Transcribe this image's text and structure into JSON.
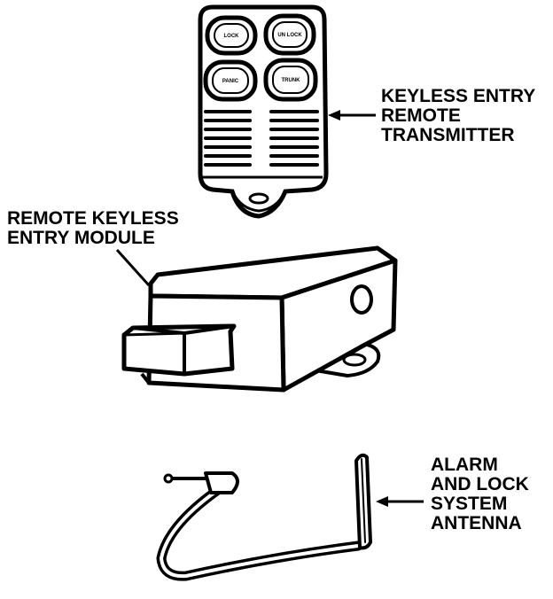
{
  "labels": {
    "transmitter": [
      "KEYLESS ENTRY",
      "REMOTE",
      "TRANSMITTER"
    ],
    "module": [
      "REMOTE KEYLESS",
      "ENTRY MODULE"
    ],
    "antenna": [
      "ALARM",
      "AND LOCK",
      "SYSTEM",
      "ANTENNA"
    ]
  },
  "buttons": [
    "LOCK",
    "UN LOCK",
    "PANIC",
    "TRUNK"
  ]
}
